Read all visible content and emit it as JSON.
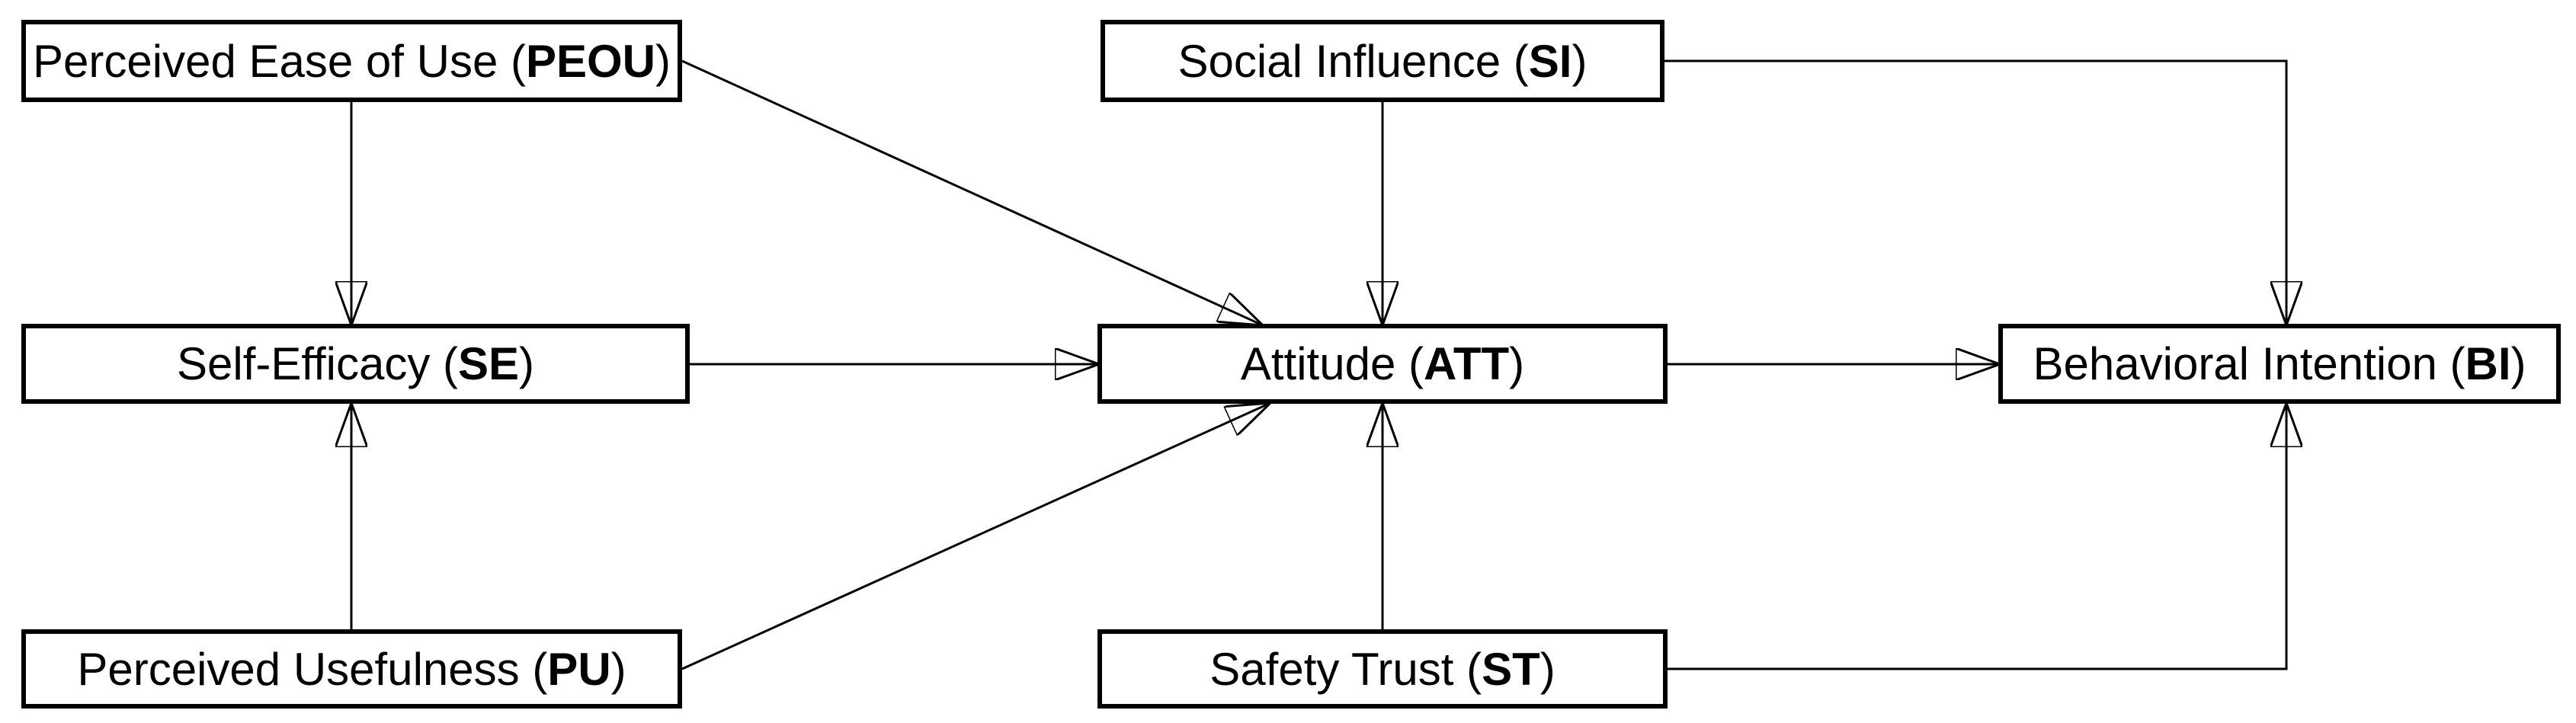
{
  "diagram": {
    "background_color": "#ffffff",
    "line_color": "#000000",
    "box_fill": "#ffffff",
    "box_border_color": "#000000",
    "text_color": "#000000",
    "nodes": [
      {
        "id": "PEOU",
        "label_pre": "Perceived Ease of Use (",
        "label_abbr": "PEOU",
        "label_post": ")",
        "full_label": "Perceived Ease of Use (PEOU)"
      },
      {
        "id": "SI",
        "label_pre": "Social Influence ( ",
        "label_abbr": "SI",
        "label_post": " )",
        "full_label": "Social Influence ( SI )"
      },
      {
        "id": "SE",
        "label_pre": "Self-Efficacy ( ",
        "label_abbr": "SE",
        "label_post": " )",
        "full_label": "Self-Efficacy ( SE )"
      },
      {
        "id": "ATT",
        "label_pre": "Attitude ( ",
        "label_abbr": "ATT",
        "label_post": " )",
        "full_label": "Attitude ( ATT )"
      },
      {
        "id": "BI",
        "label_pre": "Behavioral Intention ( ",
        "label_abbr": "BI",
        "label_post": " )",
        "full_label": "Behavioral Intention ( BI )"
      },
      {
        "id": "PU",
        "label_pre": "Perceived Usefulness ( ",
        "label_abbr": "PU",
        "label_post": " )",
        "full_label": "Perceived Usefulness ( PU )"
      },
      {
        "id": "ST",
        "label_pre": "Safety Trust ( ",
        "label_abbr": "ST",
        "label_post": " )",
        "full_label": "Safety Trust ( ST )"
      }
    ],
    "edges": [
      {
        "from": "PEOU",
        "to": "SE",
        "shape": "straight-vertical"
      },
      {
        "from": "PEOU",
        "to": "ATT",
        "shape": "diagonal-to-top-edge"
      },
      {
        "from": "SE",
        "to": "ATT",
        "shape": "straight-horizontal"
      },
      {
        "from": "PU",
        "to": "SE",
        "shape": "straight-vertical"
      },
      {
        "from": "PU",
        "to": "ATT",
        "shape": "diagonal-to-bottom-edge"
      },
      {
        "from": "SI",
        "to": "ATT",
        "shape": "straight-vertical"
      },
      {
        "from": "ST",
        "to": "ATT",
        "shape": "straight-vertical"
      },
      {
        "from": "ATT",
        "to": "BI",
        "shape": "straight-horizontal"
      },
      {
        "from": "SI",
        "to": "BI",
        "shape": "elbow-right-then-down"
      },
      {
        "from": "ST",
        "to": "BI",
        "shape": "elbow-right-then-up"
      }
    ]
  }
}
